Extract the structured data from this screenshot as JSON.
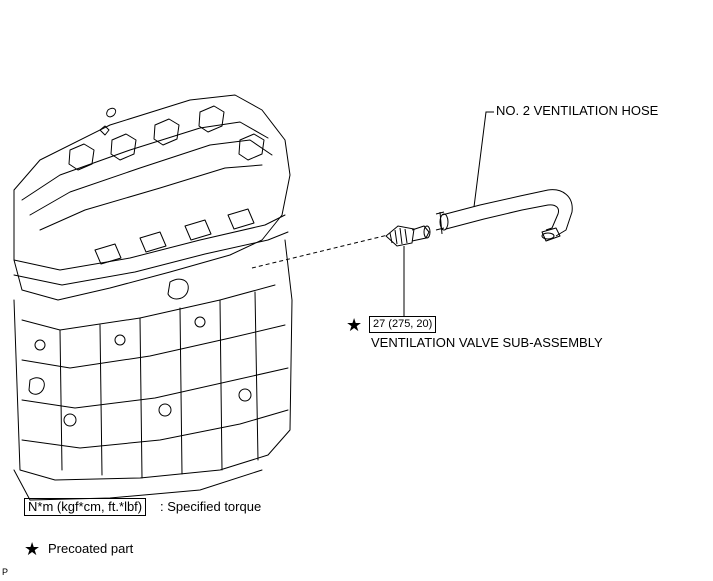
{
  "callouts": {
    "hose_label": "NO. 2 VENTILATION HOSE",
    "valve_label": "VENTILATION VALVE SUB-ASSEMBLY",
    "torque_value": "27 (275, 20)"
  },
  "legend": {
    "torque_units": "N*m (kgf*cm, ft.*lbf)",
    "torque_desc": ": Specified torque",
    "precoated_desc": "Precoated part"
  },
  "symbols": {
    "star": "★"
  },
  "corner_mark": "P"
}
